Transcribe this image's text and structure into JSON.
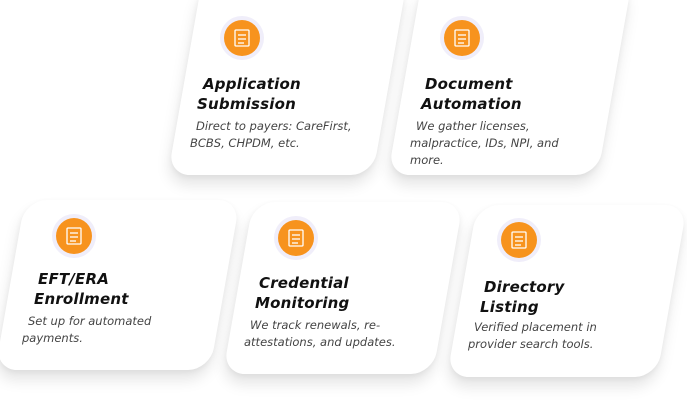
{
  "cards": [
    {
      "title1": "Application",
      "title2": "Submission",
      "desc": "Direct to payers: CareFirst, BCBS, CHPDM, etc.",
      "icon": "application-form-icon"
    },
    {
      "title1": "Document",
      "title2": "Automation",
      "desc": "We gather licenses, malpractice, IDs, NPI, and more.",
      "icon": "document-hand-icon"
    },
    {
      "title1": "EFT/ERA",
      "title2": "Enrollment",
      "desc": "Set up for automated payments.",
      "icon": "form-pen-icon"
    },
    {
      "title1": "Credential",
      "title2": "Monitoring",
      "desc": "We track renewals, re-attestations, and updates.",
      "icon": "monitor-search-icon"
    },
    {
      "title1": "Directory",
      "title2": "Listing",
      "desc": "Verified placement in provider search tools.",
      "icon": "directory-hand-icon"
    }
  ],
  "colors": {
    "accent": "#f7931e",
    "halo": "#f0eefa"
  }
}
